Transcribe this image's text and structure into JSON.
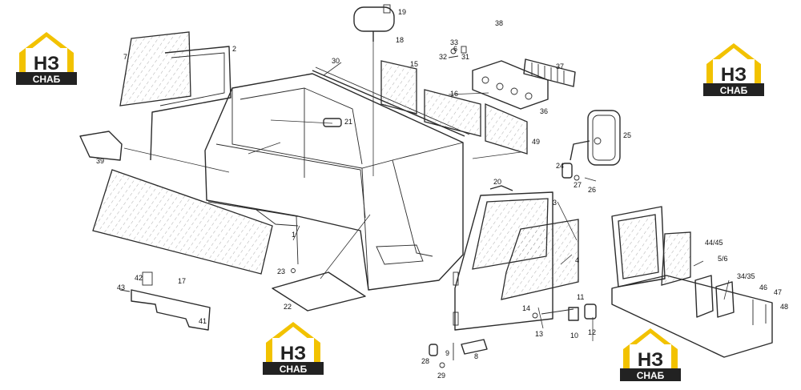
{
  "logo": {
    "letters": "НЗ",
    "subtitle": "СНАБ",
    "color_yellow": "#f2c200",
    "color_dark": "#222222"
  },
  "labels": [
    {
      "id": "p19",
      "text": "19"
    },
    {
      "id": "p18",
      "text": "18"
    },
    {
      "id": "p7",
      "text": "7"
    },
    {
      "id": "p2",
      "text": "2"
    },
    {
      "id": "p30",
      "text": "30"
    },
    {
      "id": "p15",
      "text": "15"
    },
    {
      "id": "p33",
      "text": "33"
    },
    {
      "id": "p6",
      "text": "6"
    },
    {
      "id": "p31",
      "text": "31"
    },
    {
      "id": "p32",
      "text": "32"
    },
    {
      "id": "p38",
      "text": "38"
    },
    {
      "id": "p37",
      "text": "37"
    },
    {
      "id": "p16",
      "text": "16"
    },
    {
      "id": "p36",
      "text": "36"
    },
    {
      "id": "p21",
      "text": "21"
    },
    {
      "id": "p49",
      "text": "49"
    },
    {
      "id": "p25",
      "text": "25"
    },
    {
      "id": "p39",
      "text": "39"
    },
    {
      "id": "p24",
      "text": "24"
    },
    {
      "id": "p27",
      "text": "27"
    },
    {
      "id": "p26",
      "text": "26"
    },
    {
      "id": "p20",
      "text": "20"
    },
    {
      "id": "p3",
      "text": "3"
    },
    {
      "id": "p1",
      "text": "1"
    },
    {
      "id": "p4",
      "text": "4"
    },
    {
      "id": "p44",
      "text": "44/45"
    },
    {
      "id": "p56",
      "text": "5/6"
    },
    {
      "id": "p3435",
      "text": "34/35"
    },
    {
      "id": "p46",
      "text": "46"
    },
    {
      "id": "p47",
      "text": "47"
    },
    {
      "id": "p48",
      "text": "48"
    },
    {
      "id": "p23",
      "text": "23"
    },
    {
      "id": "p42",
      "text": "42"
    },
    {
      "id": "p17",
      "text": "17"
    },
    {
      "id": "p43",
      "text": "43"
    },
    {
      "id": "p22",
      "text": "22"
    },
    {
      "id": "p41",
      "text": "41"
    },
    {
      "id": "p11",
      "text": "11"
    },
    {
      "id": "p14",
      "text": "14"
    },
    {
      "id": "p13",
      "text": "13"
    },
    {
      "id": "p10",
      "text": "10"
    },
    {
      "id": "p12",
      "text": "12"
    },
    {
      "id": "p9",
      "text": "9"
    },
    {
      "id": "p8",
      "text": "8"
    },
    {
      "id": "p28",
      "text": "28"
    },
    {
      "id": "p29",
      "text": "29"
    }
  ]
}
